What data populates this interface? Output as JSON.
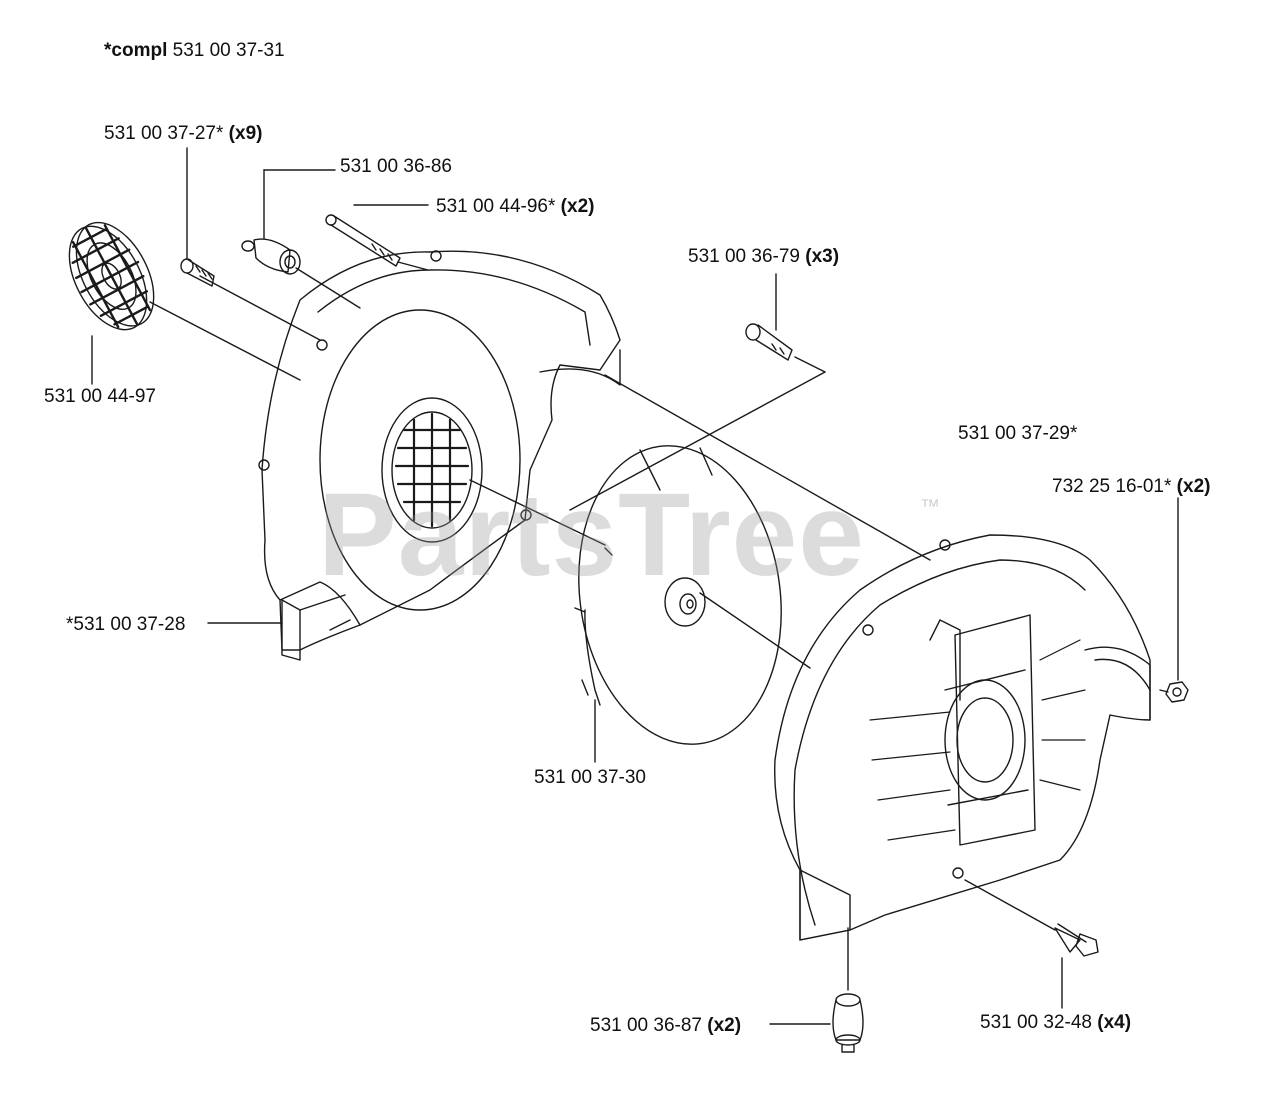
{
  "header": {
    "assembly_prefix": "*compl",
    "assembly_number": "531 00 37-31"
  },
  "parts": [
    {
      "id": "p1",
      "number": "531 00 37-27*",
      "qty": "(x9)"
    },
    {
      "id": "p2",
      "number": "531 00 36-86",
      "qty": ""
    },
    {
      "id": "p3",
      "number": "531 00 44-96*",
      "qty": "(x2)"
    },
    {
      "id": "p4",
      "number": "531 00 36-79",
      "qty": "(x3)"
    },
    {
      "id": "p5",
      "number": "531 00 44-97",
      "qty": ""
    },
    {
      "id": "p6",
      "number": "531 00 37-29*",
      "qty": ""
    },
    {
      "id": "p7",
      "number": "732 25 16-01*",
      "qty": "(x2)"
    },
    {
      "id": "p8",
      "number": "*531 00 37-28",
      "qty": ""
    },
    {
      "id": "p9",
      "number": "531 00 37-30",
      "qty": ""
    },
    {
      "id": "p10",
      "number": "531 00 36-87",
      "qty": "(x2)"
    },
    {
      "id": "p11",
      "number": "531 00 32-48",
      "qty": "(x4)"
    }
  ],
  "watermark": {
    "text": "PartsTree",
    "trademark": "™"
  },
  "colors": {
    "line": "#1a1a1a",
    "watermark": "#9a9a9a",
    "background": "#ffffff"
  }
}
